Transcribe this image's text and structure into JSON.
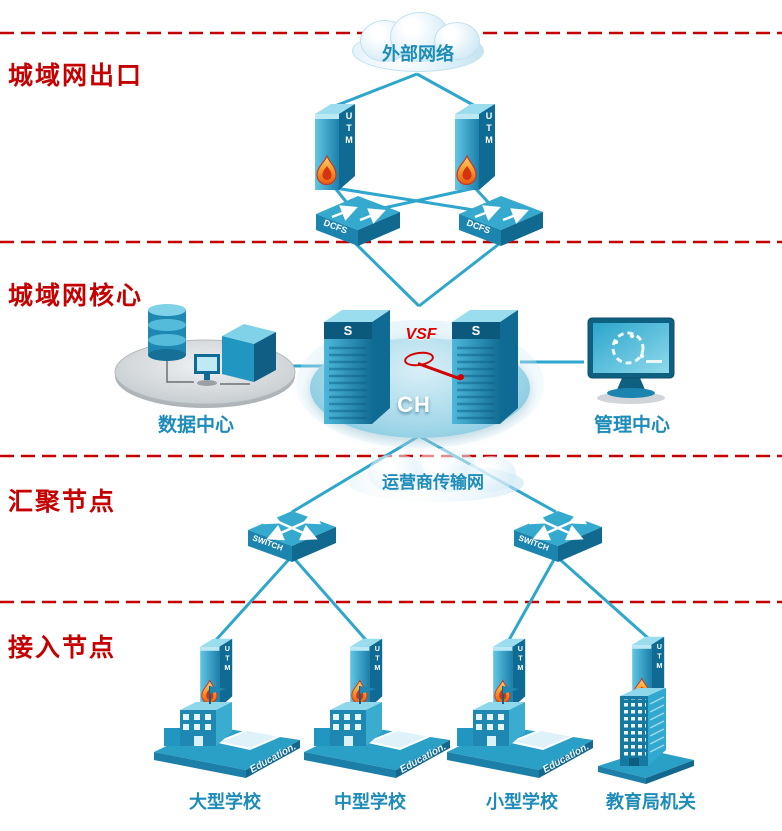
{
  "colors": {
    "accent_teal": "#1E8CB8",
    "line_teal": "#2FA6CB",
    "divider_red": "#C40000"
  },
  "zones": [
    {
      "label": "城域网出口"
    },
    {
      "label": "城域网核心"
    },
    {
      "label": "汇聚节点"
    },
    {
      "label": "接入节点"
    }
  ],
  "external_cloud": {
    "label": "外部网络"
  },
  "carrier": {
    "label": "运营商传输网"
  },
  "devices": {
    "utm": "UTM",
    "dcfs": "DCFS",
    "switch": "SWITCH",
    "core_logo": "S",
    "vsf": "VSF",
    "core_caption": "CH",
    "education_platform": "Education."
  },
  "sites": {
    "data_center": "数据中心",
    "management_center": "管理中心"
  },
  "access_nodes": [
    {
      "label": "大型学校"
    },
    {
      "label": "中型学校"
    },
    {
      "label": "小型学校"
    },
    {
      "label": "教育局机关"
    }
  ]
}
